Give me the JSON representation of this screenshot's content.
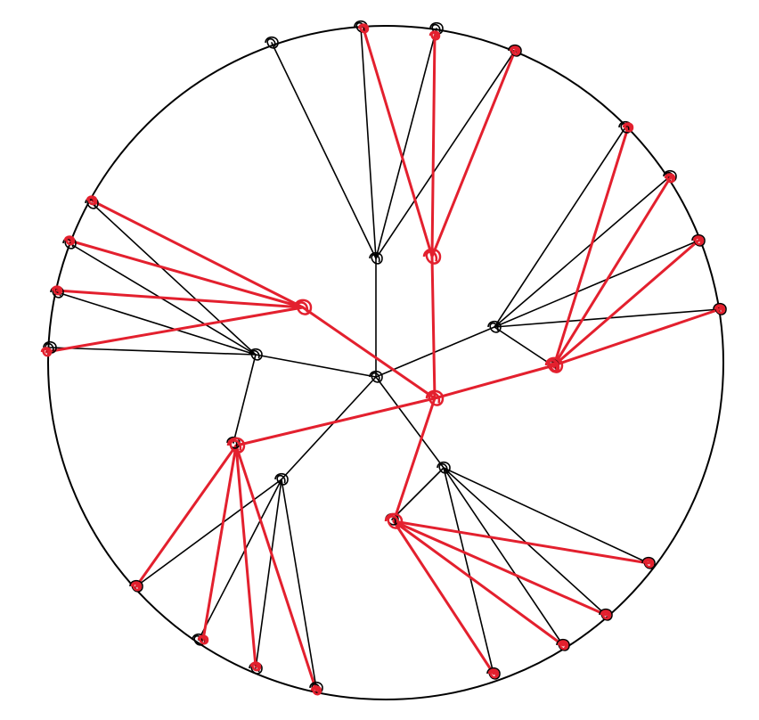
{
  "diagram": {
    "type": "hand-drawn tree graphs inscribed in a circle",
    "colors": {
      "outline": "#000000",
      "black_tree": "#000000",
      "red_tree": "#e3202e"
    },
    "black_tree": {
      "node_count": 29,
      "edge_count": 28
    },
    "red_tree": {
      "node_count": 26,
      "edge_count": 25
    }
  }
}
